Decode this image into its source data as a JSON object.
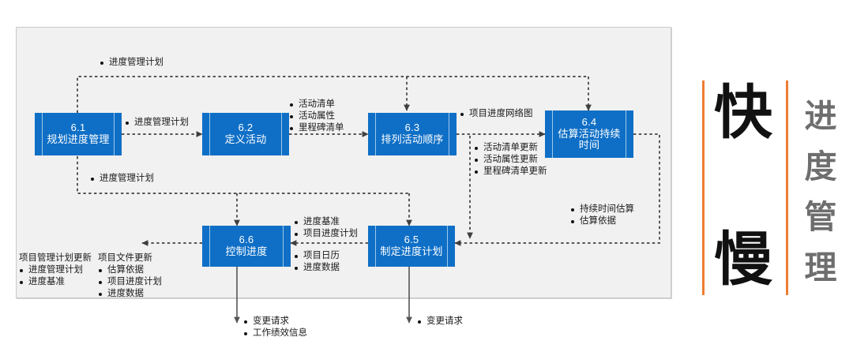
{
  "diagram": {
    "title": "进度管理",
    "accent_color": "#ed7d31",
    "box_color": "#0f6fc6",
    "panel_color": "#f1f1f1",
    "boxes": [
      {
        "id": "6.1",
        "number": "6.1",
        "name": "规划进度管理"
      },
      {
        "id": "6.2",
        "number": "6.2",
        "name": "定义活动"
      },
      {
        "id": "6.3",
        "number": "6.3",
        "name": "排列活动顺序"
      },
      {
        "id": "6.4",
        "number": "6.4",
        "name_line1": "估算活动持续",
        "name_line2": "时间"
      },
      {
        "id": "6.5",
        "number": "6.5",
        "name": "制定进度计划"
      },
      {
        "id": "6.6",
        "number": "6.6",
        "name": "控制进度"
      }
    ],
    "annotations": {
      "top_loop": "进度管理计划",
      "a_6_1_to_6_2": "进度管理计划",
      "lower_loop": "进度管理计划",
      "a_6_2_to_6_3": [
        "活动清单",
        "活动属性",
        "里程碑清单"
      ],
      "a_6_3_to_6_4": "项目进度网络图",
      "a_6_3_down": [
        "活动清单更新",
        "活动属性更新",
        "里程碑清单更新"
      ],
      "a_6_4_down": [
        "持续时间估算",
        "估算依据"
      ],
      "a_6_5_to_6_6_top": [
        "进度基准",
        "项目进度计划"
      ],
      "a_6_5_to_6_6_bottom": [
        "项目日历",
        "进度数据"
      ],
      "out_pm_plan_header": "项目管理计划更新",
      "out_pm_plan_items": [
        "进度管理计划",
        "进度基准"
      ],
      "out_docs_header": "项目文件更新",
      "out_docs_items": [
        "估算依据",
        "项目进度计划",
        "进度数据"
      ],
      "out_6_6_bottom": [
        "变更请求",
        "工作绩效信息"
      ],
      "out_6_5_bottom": [
        "变更请求"
      ]
    },
    "banner": {
      "fast": "快",
      "slow": "慢",
      "vertical_title": [
        "进",
        "度",
        "管",
        "理"
      ]
    }
  }
}
